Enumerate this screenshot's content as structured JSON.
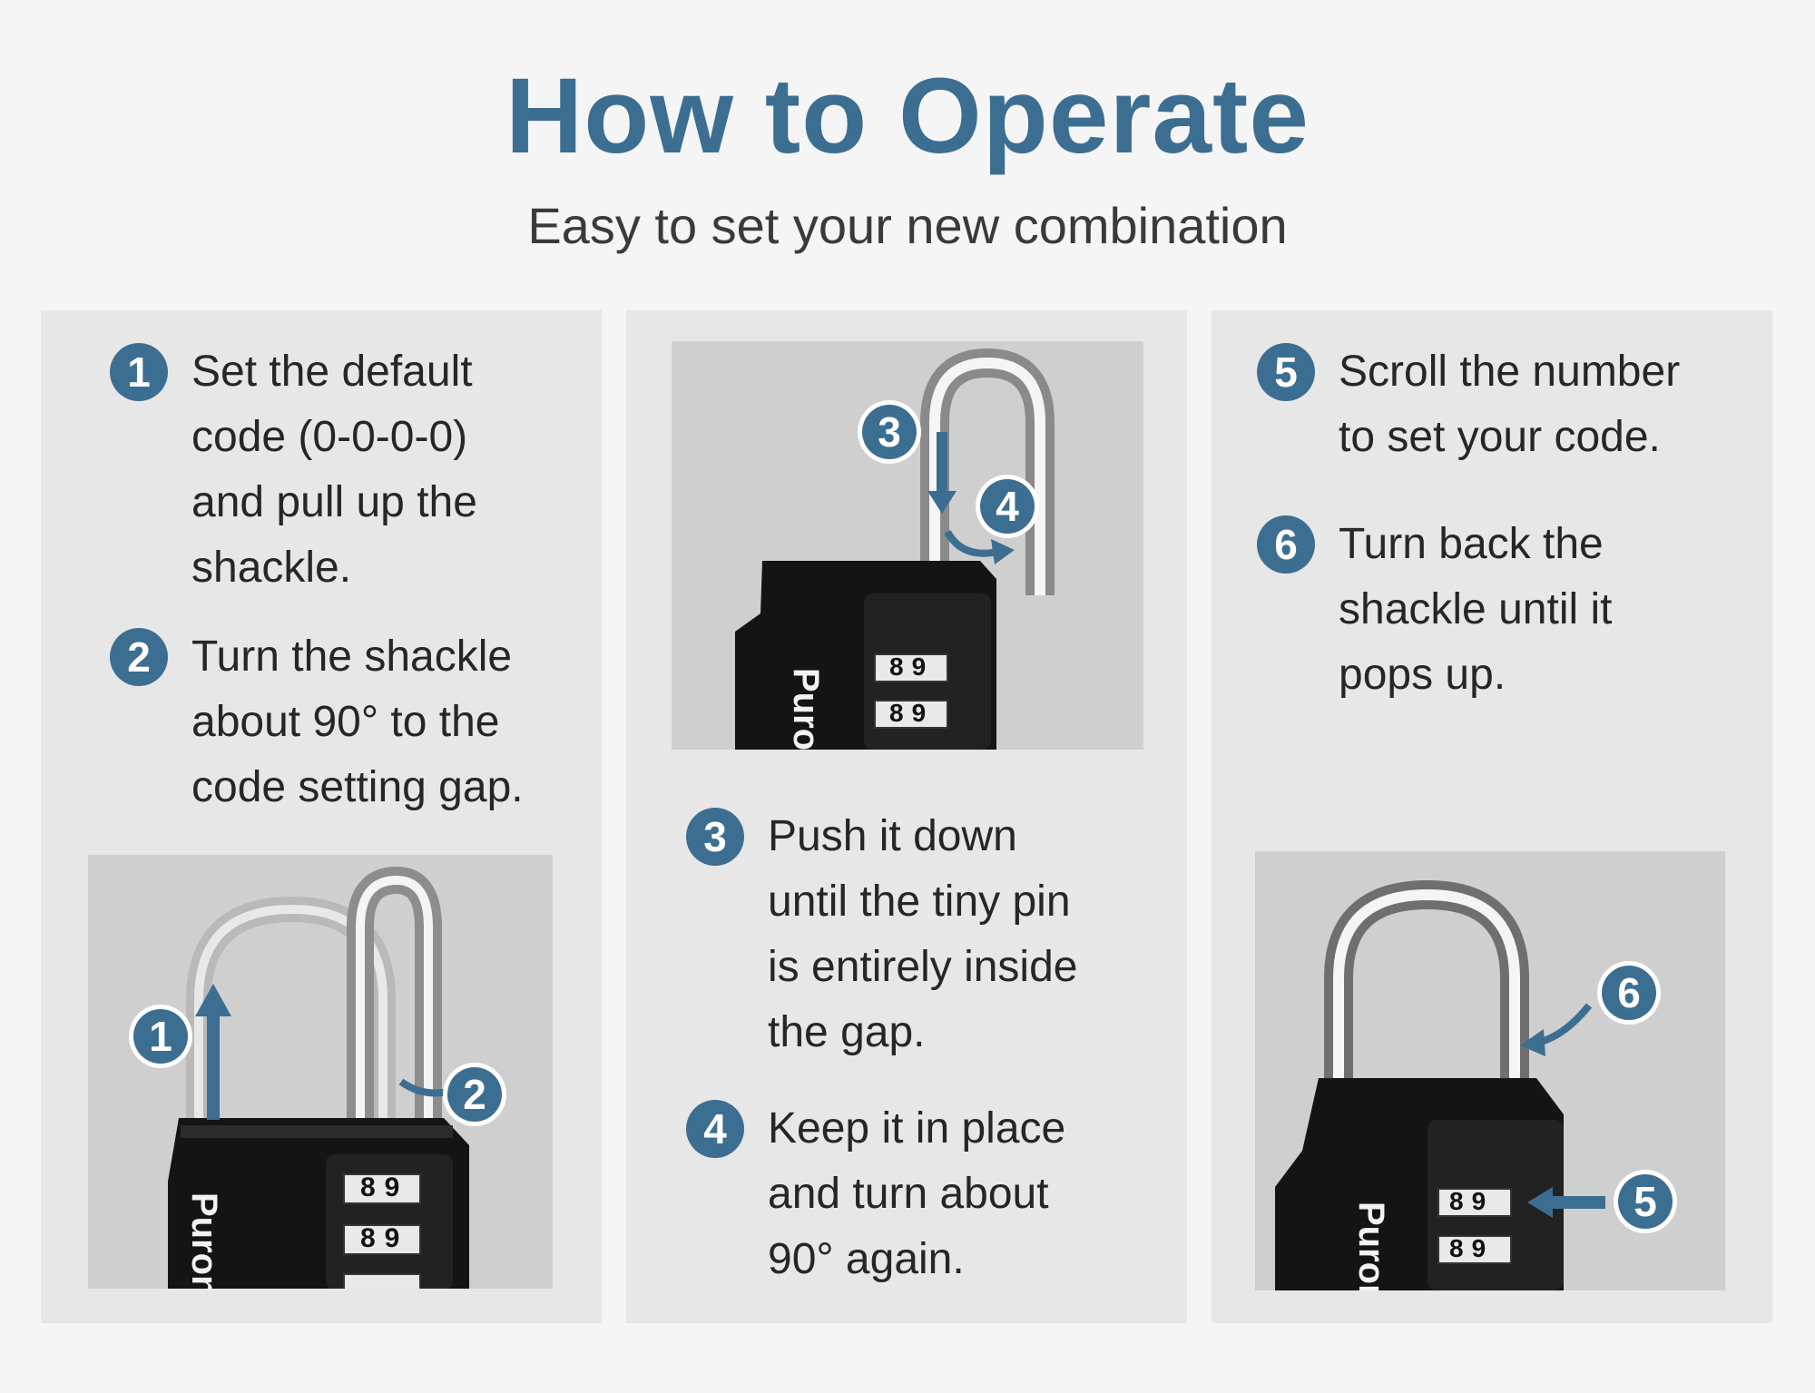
{
  "header": {
    "title": "How to Operate",
    "subtitle": "Easy to set your new combination"
  },
  "steps": [
    {
      "num": "1",
      "lines": [
        "Set the default",
        "code (0-0-0-0)",
        "and pull up the",
        "shackle."
      ]
    },
    {
      "num": "2",
      "lines": [
        "Turn the shackle",
        "about 90° to the",
        "code setting gap."
      ]
    },
    {
      "num": "3",
      "lines": [
        "Push it down",
        "until the tiny pin",
        "is entirely inside",
        "the gap."
      ]
    },
    {
      "num": "4",
      "lines": [
        "Keep it in place",
        "and turn about",
        "90° again."
      ]
    },
    {
      "num": "5",
      "lines": [
        "Scroll the number",
        "to set your code."
      ]
    },
    {
      "num": "6",
      "lines": [
        "Turn back the",
        "shackle until it",
        "pops up."
      ]
    }
  ],
  "lock": {
    "brand": "Puron",
    "dial_digits": "89"
  },
  "colors": {
    "accent": "#3c6e92",
    "panel": "#e7e7e7",
    "photo_bg": "#cfcfcf"
  },
  "icons": [
    "padlock-photo",
    "up-arrow-icon",
    "curved-arrow-icon",
    "down-arrow-icon",
    "left-arrow-icon"
  ]
}
